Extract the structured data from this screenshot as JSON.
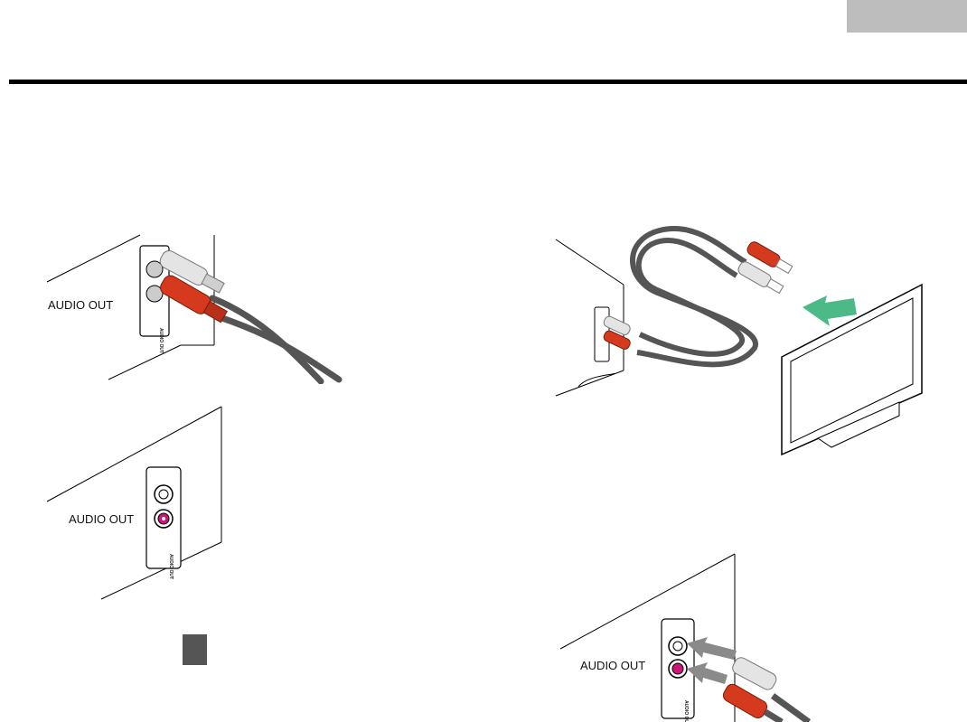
{
  "header": {
    "tab_color": "#bdbdbd"
  },
  "figures": {
    "cables_connected": {
      "label": "AUDIO OUT"
    },
    "panel_empty": {
      "label": "AUDIO OUT"
    },
    "cable_to_tv": {},
    "insert_cables": {
      "label": "AUDIO OUT"
    }
  },
  "jack_panel_text": "AUDIO OUT",
  "colors": {
    "red_plug": "#d63a1e",
    "white_plug": "#e4e4e4",
    "cable": "#555555",
    "magenta_jack": "#d0157a",
    "arrow_green": "#37b37a",
    "arrow_gray": "#8a8a8a"
  }
}
